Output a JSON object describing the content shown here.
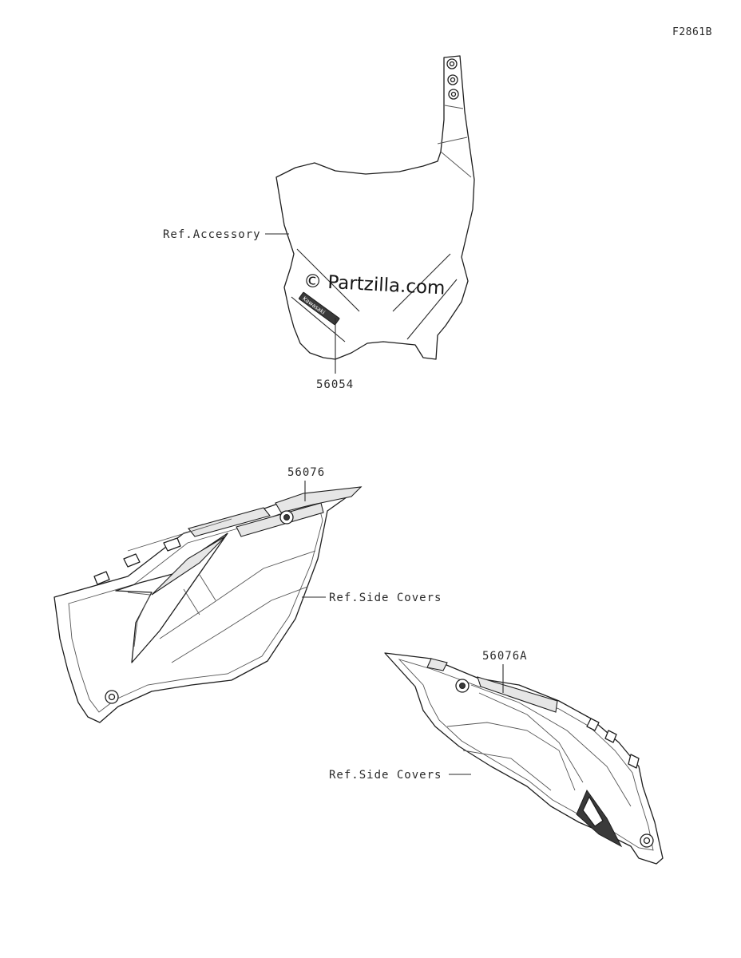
{
  "figure_code": "F2861B",
  "watermark": "© Partzilla.com",
  "decal_text": "Kawasaki",
  "labels": {
    "ref_accessory": "Ref.Accessory",
    "part_number_plate": "56054",
    "part_left_cover": "56076",
    "ref_side_covers_left": "Ref.Side Covers",
    "part_right_cover": "56076A",
    "ref_side_covers_right": "Ref.Side Covers"
  }
}
